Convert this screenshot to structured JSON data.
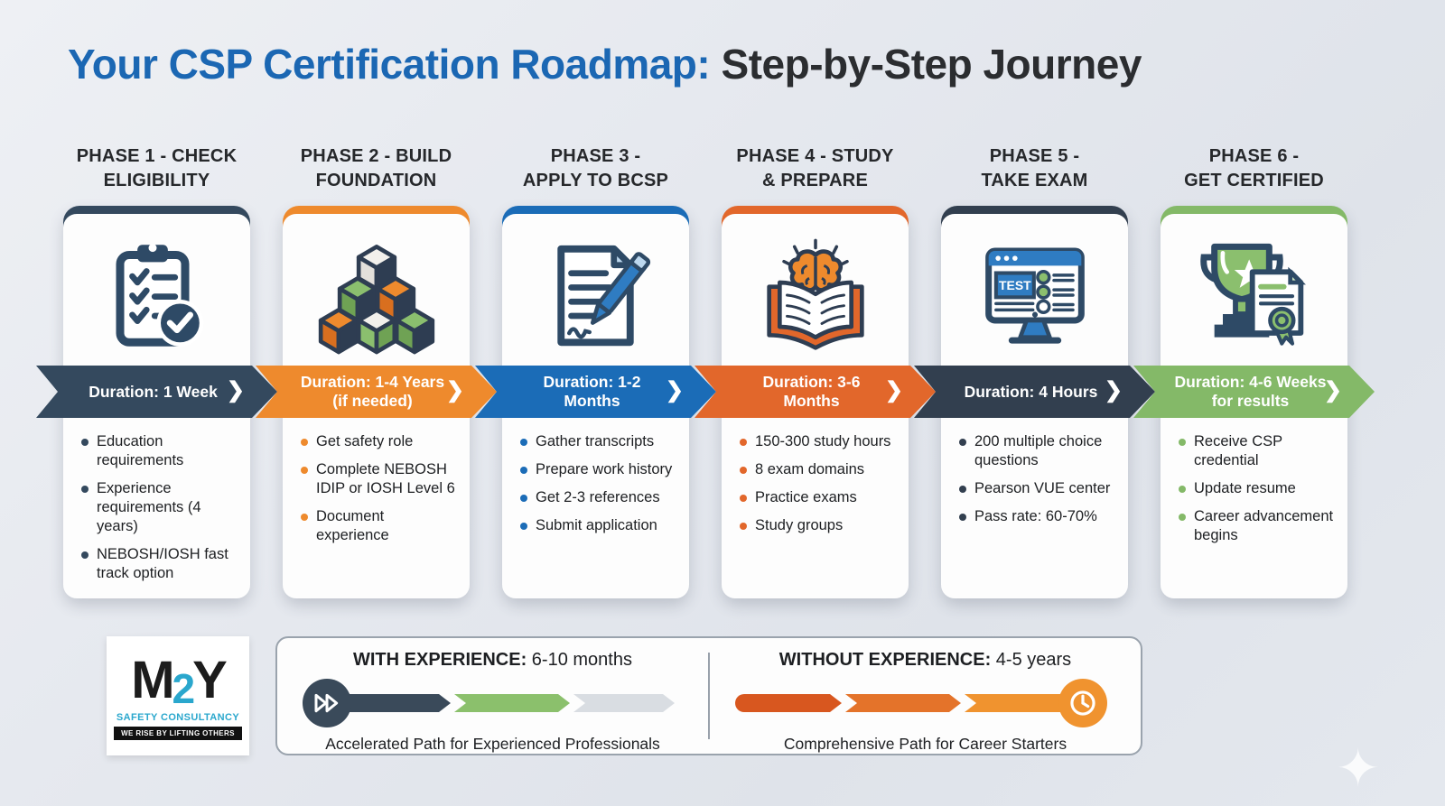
{
  "title": {
    "blue": "Your CSP Certification Roadmap:",
    "dark": " Step-by-Step Journey"
  },
  "phases": [
    {
      "header": "PHASE 1 - CHECK\nELIGIBILITY",
      "accent": "#34495e",
      "icon": "clipboard-checklist",
      "duration": "Duration: 1 Week",
      "bullets": [
        "Education requirements",
        "Experience requirements (4 years)",
        "NEBOSH/IOSH fast track option"
      ]
    },
    {
      "header": "PHASE 2 - BUILD\nFOUNDATION",
      "accent": "#ee8a2d",
      "icon": "building-blocks",
      "duration": "Duration: 1-4 Years\n(if needed)",
      "bullets": [
        "Get safety role",
        "Complete NEBOSH IDIP or IOSH Level 6",
        "Document experience"
      ]
    },
    {
      "header": "PHASE 3 -\nAPPLY TO BCSP",
      "accent": "#1b6cb7",
      "icon": "document-pen",
      "duration": "Duration: 1-2\nMonths",
      "bullets": [
        "Gather transcripts",
        "Prepare work history",
        "Get 2-3 references",
        "Submit application"
      ]
    },
    {
      "header": "PHASE 4 - STUDY\n& PREPARE",
      "accent": "#e2672b",
      "icon": "book-brain",
      "duration": "Duration: 3-6\nMonths",
      "bullets": [
        "150-300 study hours",
        "8 exam domains",
        "Practice exams",
        "Study groups"
      ]
    },
    {
      "header": "PHASE 5 -\nTAKE EXAM",
      "accent": "#323f4f",
      "icon": "computer-test",
      "icon_text": "TEST",
      "duration": "Duration: 4 Hours",
      "bullets": [
        "200 multiple choice questions",
        "Pearson VUE center",
        "Pass rate: 60-70%"
      ]
    },
    {
      "header": "PHASE 6 -\nGET CERTIFIED",
      "accent": "#84b968",
      "icon": "trophy-certificate",
      "duration": "Duration: 4-6 Weeks\nfor results",
      "bullets": [
        "Receive CSP credential",
        "Update resume",
        "Career advancement begins"
      ]
    }
  ],
  "comparison": {
    "with_experience": {
      "label": "WITH EXPERIENCE:",
      "value": " 6-10 months",
      "caption": "Accelerated Path for Experienced Professionals",
      "circle_color": "#3a4a5a",
      "segments": [
        "#3a4a5a",
        "#8bc06c",
        "#d9dde2"
      ]
    },
    "without_experience": {
      "label": "WITHOUT EXPERIENCE:",
      "value": " 4-5 years",
      "caption": "Comprehensive Path for Career Starters",
      "circle_color": "#f0932f",
      "segments": [
        "#d8571f",
        "#e4732a",
        "#f0932f"
      ]
    }
  },
  "logo": {
    "m": "M",
    "two": "2",
    "y": "Y",
    "tagline": "SAFETY CONSULTANCY",
    "motto": "WE RISE BY LIFTING OTHERS"
  },
  "banner_chevron": "❯",
  "sparkle": "✦"
}
